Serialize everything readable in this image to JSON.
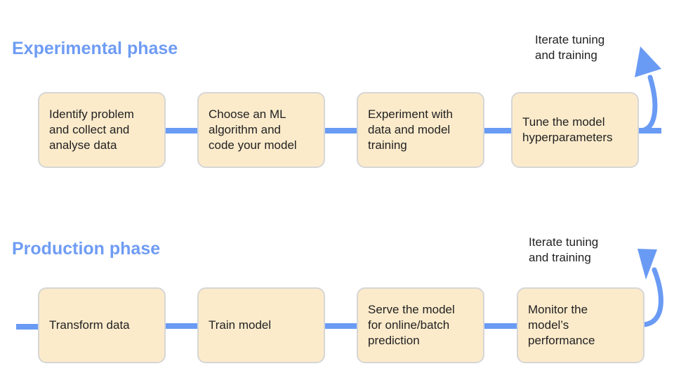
{
  "experimental": {
    "title": "Experimental phase",
    "steps": [
      {
        "label": "Identify problem\nand collect and\nanalyse data"
      },
      {
        "label": "Choose an ML\nalgorithm and\ncode your model"
      },
      {
        "label": "Experiment with\ndata and model\ntraining"
      },
      {
        "label": "Tune the model\nhyperparameters"
      }
    ],
    "loop_label": "Iterate tuning\nand training"
  },
  "production": {
    "title": "Production phase",
    "steps": [
      {
        "label": "Transform data"
      },
      {
        "label": "Train model"
      },
      {
        "label": "Serve the model\nfor online/batch\nprediction"
      },
      {
        "label": "Monitor the\nmodel’s\nperformance"
      }
    ],
    "loop_label": "Iterate tuning\nand training"
  },
  "colors": {
    "accent": "#6a9bf4",
    "title": "#6f9cf4",
    "box_fill": "#fcebcb",
    "box_border": "#d6d6d6",
    "text": "#222222"
  }
}
